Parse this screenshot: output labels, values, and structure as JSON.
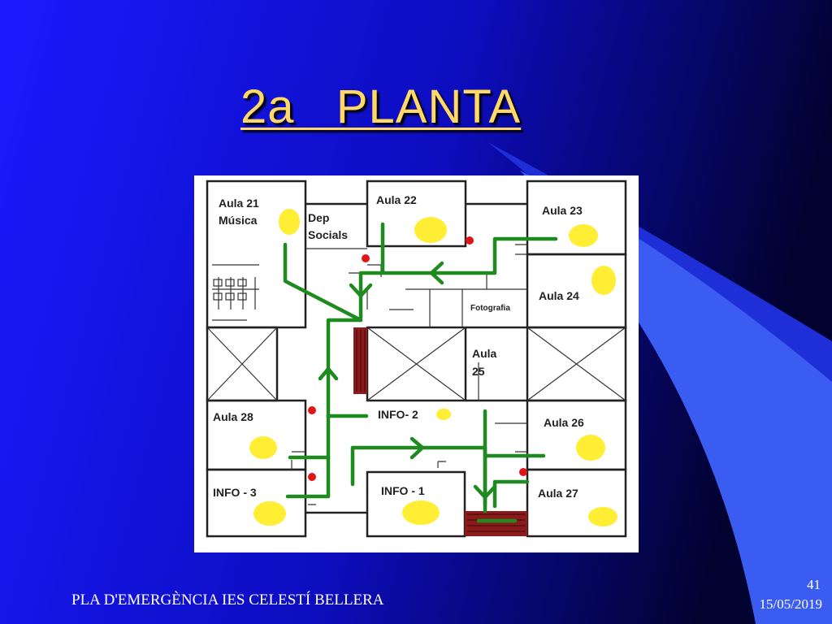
{
  "slide": {
    "title": "2a   PLANTA",
    "footer": "PLA D'EMERGÈNCIA IES CELESTÍ BELLERA",
    "page_number": "41",
    "date": "15/05/2019"
  },
  "plan": {
    "rooms": {
      "aula21": "Aula 21",
      "aula21_sub": "Música",
      "dep": "Dep",
      "dep_sub": "Socials",
      "aula22": "Aula  22",
      "aula23": "Aula 23",
      "aula24": "Aula 24",
      "fotografia": "Fotografia",
      "aula25": "Aula",
      "aula25_num": "25",
      "info2": "INFO- 2",
      "aula28": "Aula 28",
      "aula26": "Aula 26",
      "info3": "INFO - 3",
      "info1": "INFO - 1",
      "aula27": "Aula 27"
    },
    "colors": {
      "assembly_point": "#ffee33",
      "extinguisher": "#e01515",
      "evacuation_route": "#1f8a1f",
      "stairs": "#8b1a1a"
    }
  }
}
